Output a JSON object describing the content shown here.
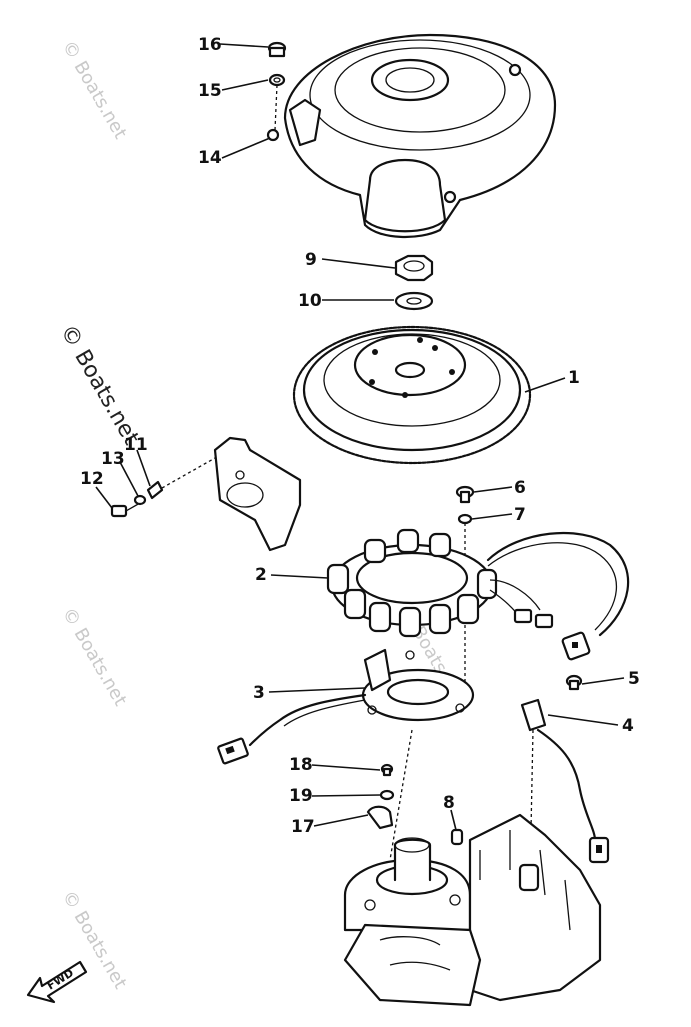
{
  "watermarks": {
    "text": "© Boats.net"
  },
  "callouts": {
    "c1": "1",
    "c2": "2",
    "c3": "3",
    "c4": "4",
    "c5": "5",
    "c6": "6",
    "c7": "7",
    "c8": "8",
    "c9": "9",
    "c10": "10",
    "c11": "11",
    "c12": "12",
    "c13": "13",
    "c14": "14",
    "c15": "15",
    "c16": "16",
    "c17": "17",
    "c18": "18",
    "c19": "19"
  },
  "direction_arrow": {
    "label": "FWD"
  }
}
